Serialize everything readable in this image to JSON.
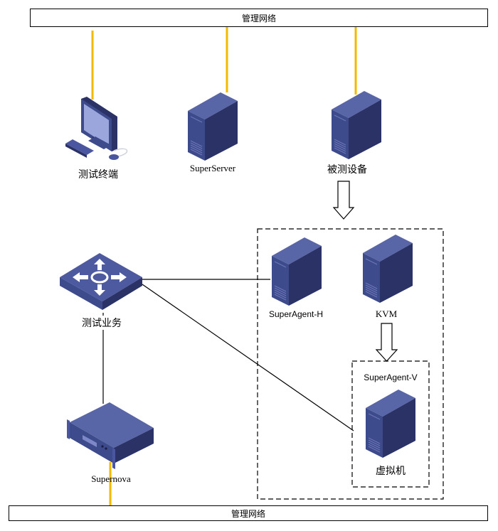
{
  "top_network": {
    "label": "管理网络"
  },
  "bottom_network": {
    "label": "管理网络"
  },
  "nodes": {
    "test_terminal": {
      "label": "测试终端",
      "icon": "desktop-pc-icon"
    },
    "super_server": {
      "label": "SuperServer",
      "icon": "tower-server-icon"
    },
    "dut": {
      "label": "被测设备",
      "icon": "tower-server-icon"
    },
    "test_service": {
      "label": "测试业务",
      "icon": "switch-icon"
    },
    "super_agent_h": {
      "label": "SuperAgent-H",
      "icon": "tower-server-icon"
    },
    "kvm": {
      "label": "KVM",
      "icon": "tower-server-icon"
    },
    "super_agent_v": {
      "label": "SuperAgent-V"
    },
    "vm": {
      "label": "虚拟机",
      "icon": "tower-server-icon"
    },
    "supernova": {
      "label": "Supernova",
      "icon": "rack-appliance-icon"
    }
  },
  "colors": {
    "link_management": "#F5B800",
    "link_data": "#000000",
    "device_front": "#3D4A8C",
    "device_side": "#2A3266",
    "device_top": "#5866A8"
  }
}
